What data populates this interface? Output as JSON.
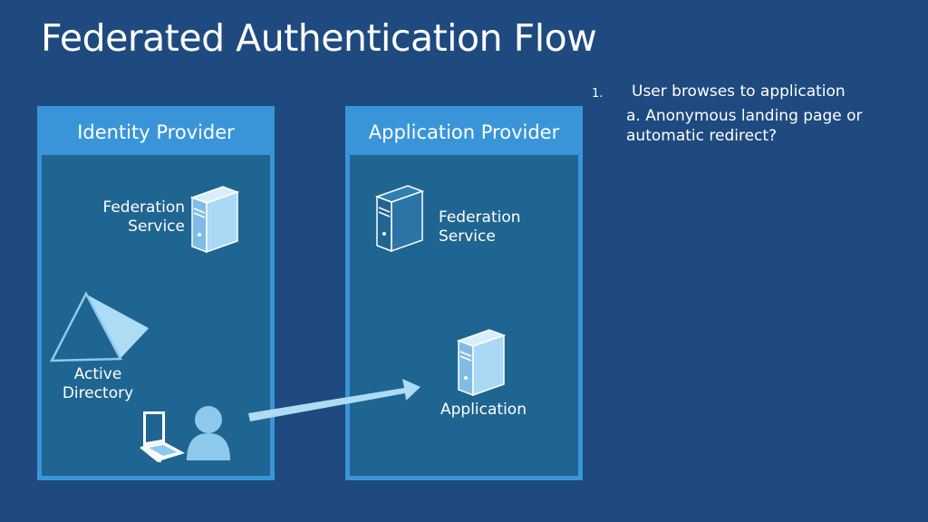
{
  "title": "Federated Authentication Flow",
  "identity_provider": {
    "header": "Identity Provider",
    "federation_service_label_line1": "Federation",
    "federation_service_label_line2": "Service",
    "active_directory_label_line1": "Active",
    "active_directory_label_line2": "Directory"
  },
  "application_provider": {
    "header": "Application Provider",
    "federation_service_label_line1": "Federation",
    "federation_service_label_line2": "Service",
    "application_label": "Application"
  },
  "steps": [
    {
      "number": "1.",
      "text": "User browses to application",
      "subtext": "a. Anonymous landing page or automatic redirect?"
    }
  ],
  "icons": {
    "server": "server-icon",
    "directory": "active-directory-icon",
    "laptop": "laptop-icon",
    "user": "user-icon",
    "arrow": "flow-arrow"
  },
  "colors": {
    "background": "#1e4a7f",
    "panel_frame": "#3a95d8",
    "panel_inner": "#1f6591",
    "icon_light": "#aedcf5",
    "icon_fill": "#8ec9ec"
  }
}
